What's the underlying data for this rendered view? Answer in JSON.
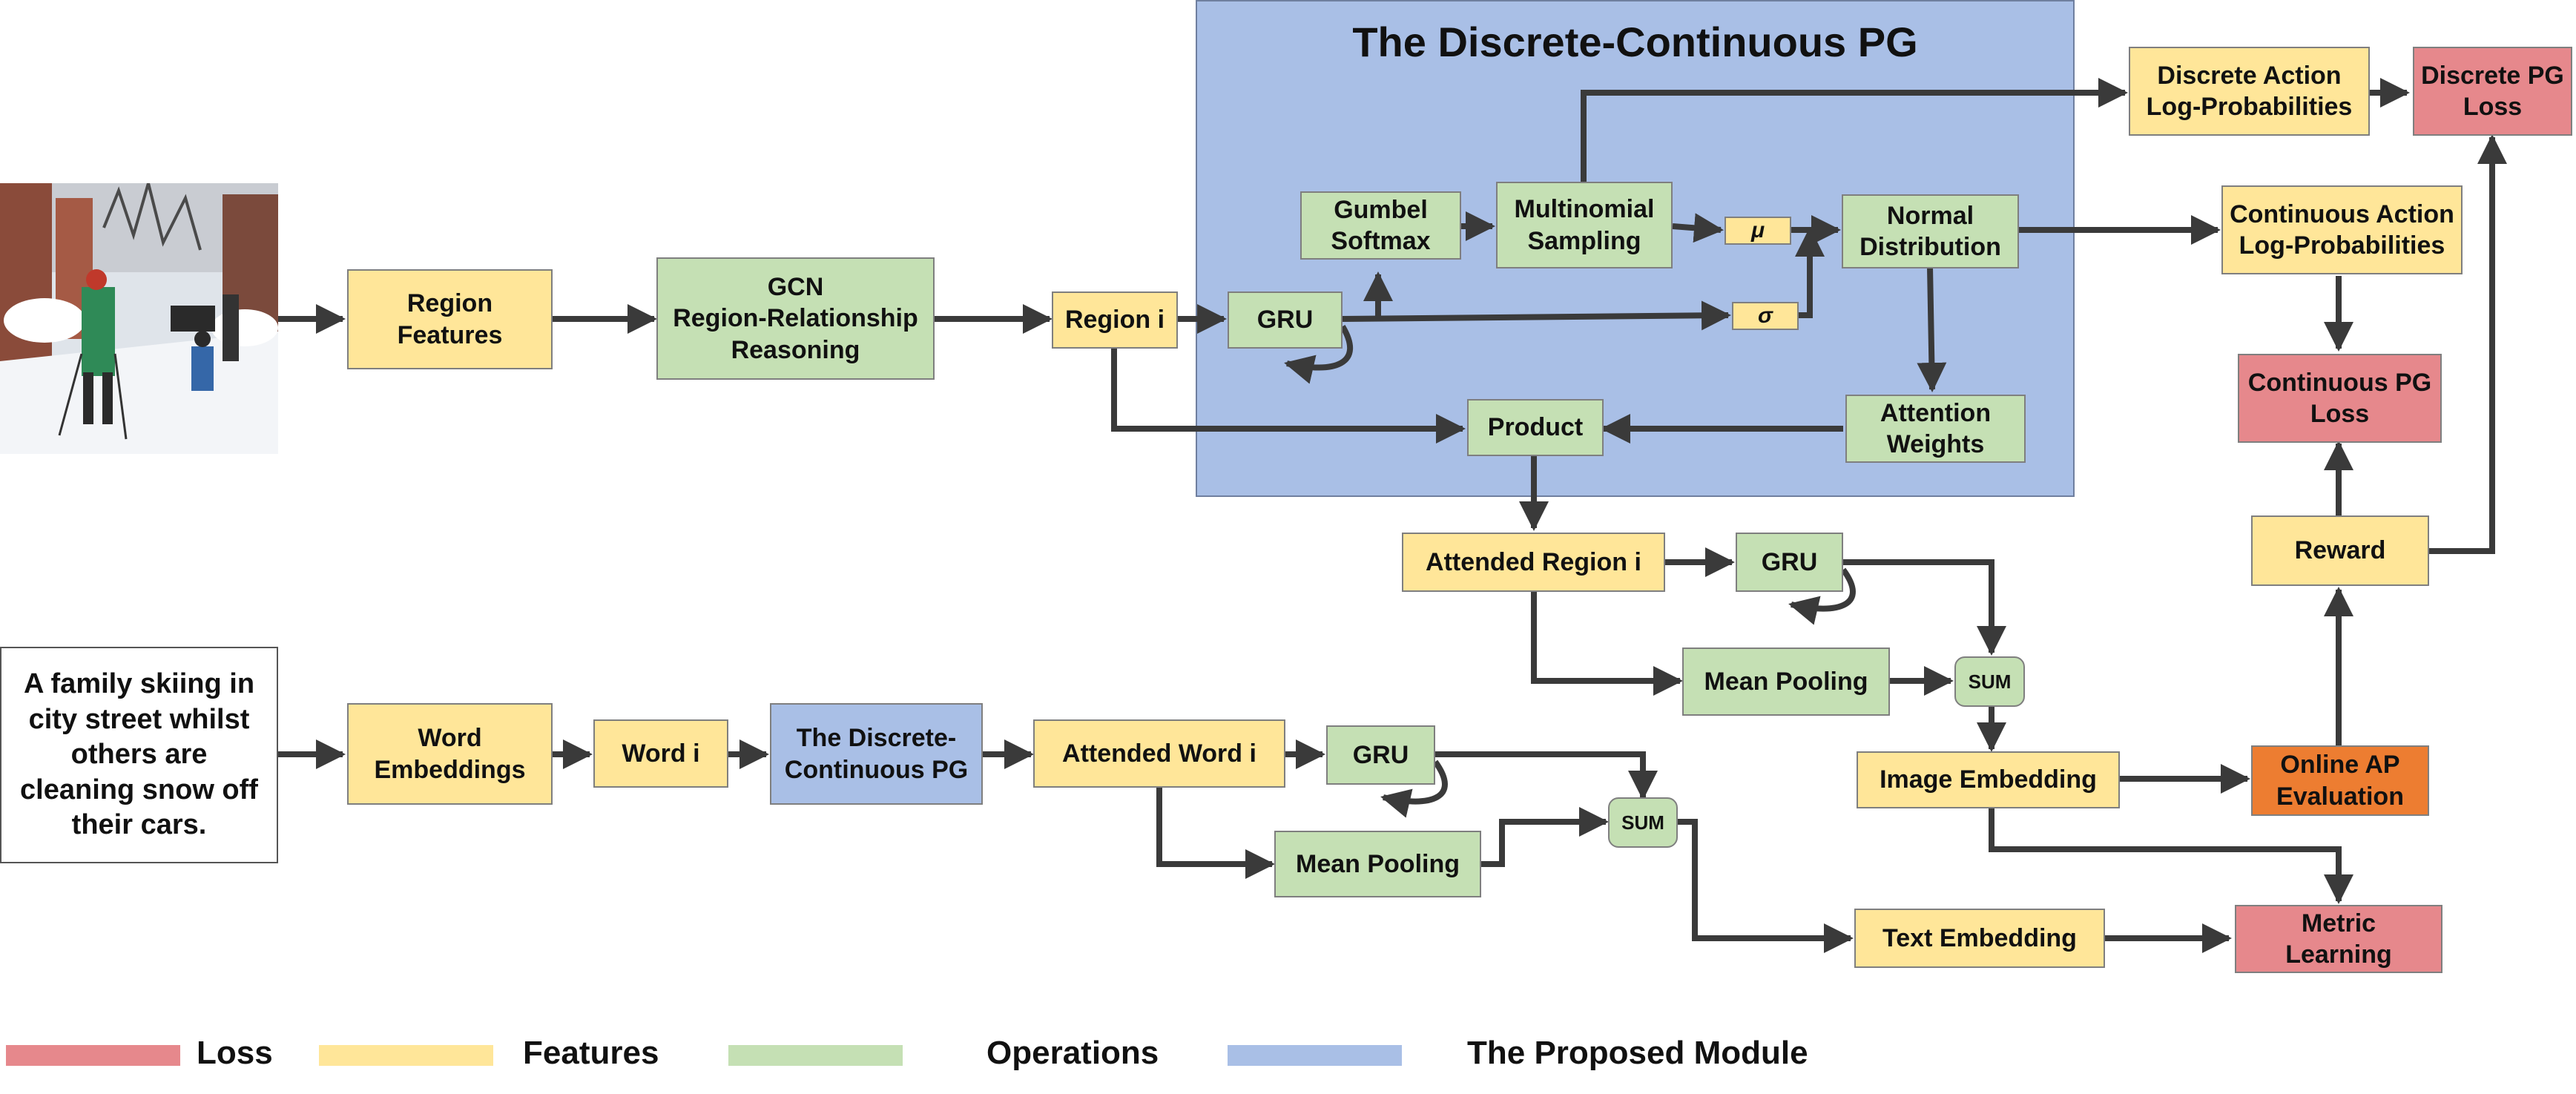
{
  "module": {
    "title": "The Discrete-Continuous PG"
  },
  "image": {
    "description_name": "skiing-street-photo"
  },
  "caption_text": "A family skiing in city street whilst others are cleaning snow off their cars.",
  "nodes": {
    "region_features": "Region\nFeatures",
    "gcn": "GCN\nRegion-Relationship\nReasoning",
    "region_i": "Region i",
    "gru_pg": "GRU",
    "gumbel": "Gumbel\nSoftmax",
    "multinomial": "Multinomial\nSampling",
    "mu": "μ",
    "sigma": "σ",
    "normal": "Normal\nDistribution",
    "attention_weights": "Attention\nWeights",
    "product": "Product",
    "discrete_logprob": "Discrete Action\nLog-Probabilities",
    "discrete_loss": "Discrete PG\nLoss",
    "continuous_logprob": "Continuous Action\nLog-Probabilities",
    "continuous_loss": "Continuous PG\nLoss",
    "reward": "Reward",
    "attended_region": "Attended Region i",
    "gru_img": "GRU",
    "mean_pool_img": "Mean Pooling",
    "sum_img": "SUM",
    "image_embedding": "Image Embedding",
    "online_ap": "Online AP\nEvaluation",
    "word_embeddings": "Word\nEmbeddings",
    "word_i": "Word i",
    "pg_module_small": "The Discrete-\nContinuous PG",
    "attended_word": "Attended Word i",
    "gru_txt": "GRU",
    "mean_pool_txt": "Mean Pooling",
    "sum_txt": "SUM",
    "text_embedding": "Text Embedding",
    "metric_learning": "Metric\nLearning"
  },
  "legend": [
    {
      "label": "Loss",
      "color": "#e6888c"
    },
    {
      "label": "Features",
      "color": "#ffe699"
    },
    {
      "label": "Operations",
      "color": "#c5e0b4"
    },
    {
      "label": "The Proposed Module",
      "color": "#a9bfe6"
    }
  ],
  "colors": {
    "features": "#ffe699",
    "operations": "#c5e0b4",
    "module": "#a9bfe6",
    "loss": "#e6888c",
    "evaluation": "#ed7d31",
    "arrow": "#3a3a3a"
  }
}
